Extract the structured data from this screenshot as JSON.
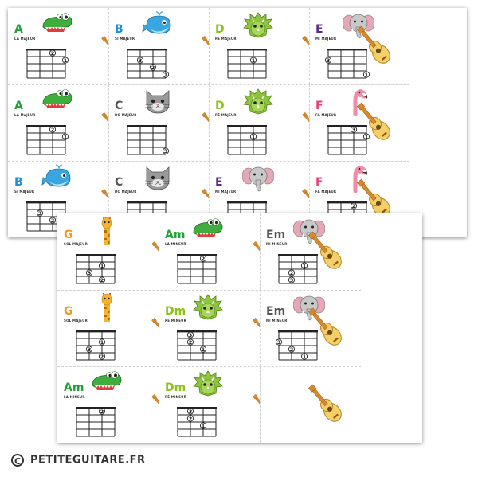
{
  "colors": {
    "green": "#22a33a",
    "blue": "#1e8fd6",
    "olive": "#8cc21b",
    "purple": "#5a2a8c",
    "pink": "#e8417a",
    "orange": "#f09a16",
    "dark": "#555555"
  },
  "sheets": [
    {
      "name": "sheet-back",
      "cards": [
        {
          "letter": "A",
          "sub": "LA MAJEUR",
          "color": "green",
          "animal": "crocodile",
          "dots": [
            {
              "s": 2,
              "f": 1,
              "n": "2"
            },
            {
              "s": 3,
              "f": 2,
              "n": "1"
            }
          ]
        },
        {
          "letter": "B",
          "sub": "SI MAJEUR",
          "color": "blue",
          "animal": "whale",
          "dots": [
            {
              "s": 1,
              "f": 2,
              "n": "3"
            },
            {
              "s": 2,
              "f": 3,
              "n": "2"
            },
            {
              "s": 3,
              "f": 4,
              "n": "1"
            }
          ]
        },
        {
          "letter": "D",
          "sub": "RÉ MAJEUR",
          "color": "olive",
          "animal": "triceratops",
          "dots": [
            {
              "s": 2,
              "f": 2,
              "n": "1"
            }
          ]
        },
        {
          "letter": "E",
          "sub": "MI MAJEUR",
          "color": "purple",
          "animal": "elephant",
          "dots": [
            {
              "s": 0,
              "f": 2,
              "n": "3"
            },
            {
              "s": 3,
              "f": 4,
              "n": "1"
            }
          ]
        },
        {
          "letter": "A",
          "sub": "LA MAJEUR",
          "color": "green",
          "animal": "crocodile",
          "dots": [
            {
              "s": 2,
              "f": 1,
              "n": "2"
            },
            {
              "s": 3,
              "f": 2,
              "n": "1"
            }
          ]
        },
        {
          "letter": "C",
          "sub": "DO MAJEUR",
          "color": "dark",
          "animal": "cat",
          "dots": [
            {
              "s": 3,
              "f": 4,
              "n": "3"
            }
          ]
        },
        {
          "letter": "D",
          "sub": "RÉ MAJEUR",
          "color": "olive",
          "animal": "triceratops",
          "dots": [
            {
              "s": 2,
              "f": 2,
              "n": "1"
            }
          ]
        },
        {
          "letter": "F",
          "sub": "FA MAJEUR",
          "color": "pink",
          "animal": "flamingo",
          "dots": [
            {
              "s": 2,
              "f": 1,
              "n": "3"
            },
            {
              "s": 3,
              "f": 2,
              "n": "1"
            }
          ]
        },
        {
          "letter": "B",
          "sub": "SI MAJEUR",
          "color": "blue",
          "animal": "whale",
          "dots": [
            {
              "s": 1,
              "f": 2,
              "n": "3"
            },
            {
              "s": 2,
              "f": 3,
              "n": "2"
            }
          ]
        },
        {
          "letter": "C",
          "sub": "DO MAJEUR",
          "color": "dark",
          "animal": "cat",
          "dots": []
        },
        {
          "letter": "E",
          "sub": "MI MAJEUR",
          "color": "purple",
          "animal": "elephant",
          "dots": []
        },
        {
          "letter": "F",
          "sub": "FA MAJEUR",
          "color": "pink",
          "animal": "flamingo",
          "dots": [
            {
              "s": 2,
              "f": 1,
              "n": "2"
            }
          ]
        }
      ]
    },
    {
      "name": "sheet-front",
      "cards": [
        {
          "letter": "G",
          "sub": "SOL MAJEUR",
          "color": "orange",
          "animal": "giraffe",
          "dots": [
            {
              "s": 2,
              "f": 2,
              "n": "1"
            },
            {
              "s": 1,
              "f": 3,
              "n": "3"
            },
            {
              "s": 2,
              "f": 4,
              "n": "2"
            }
          ]
        },
        {
          "letter": "Am",
          "sub": "LA MINEUR",
          "color": "green",
          "animal": "crocodile",
          "dots": [
            {
              "s": 2,
              "f": 1,
              "n": "2"
            }
          ]
        },
        {
          "letter": "Em",
          "sub": "MI MINEUR",
          "color": "dark",
          "animal": "elephant",
          "dots": [
            {
              "s": 2,
              "f": 2,
              "n": "1"
            },
            {
              "s": 1,
              "f": 3,
              "n": "2"
            },
            {
              "s": 1,
              "f": 4,
              "n": "3"
            }
          ]
        },
        {
          "letter": "G",
          "sub": "SOL MAJEUR",
          "color": "orange",
          "animal": "giraffe",
          "dots": [
            {
              "s": 2,
              "f": 2,
              "n": "1"
            },
            {
              "s": 1,
              "f": 3,
              "n": "3"
            },
            {
              "s": 2,
              "f": 4,
              "n": "2"
            }
          ]
        },
        {
          "letter": "Dm",
          "sub": "RÉ MINEUR",
          "color": "olive",
          "animal": "triceratops",
          "dots": [
            {
              "s": 1,
              "f": 1,
              "n": "3"
            },
            {
              "s": 1,
              "f": 2,
              "n": "2"
            },
            {
              "s": 2,
              "f": 3,
              "n": "1"
            }
          ]
        },
        {
          "letter": "Em",
          "sub": "MI MINEUR",
          "color": "dark",
          "animal": "elephant",
          "dots": [
            {
              "s": 0,
              "f": 2,
              "n": "3"
            },
            {
              "s": 1,
              "f": 3,
              "n": "2"
            },
            {
              "s": 2,
              "f": 4,
              "n": "1"
            }
          ]
        },
        {
          "letter": "Am",
          "sub": "LA MINEUR",
          "color": "green",
          "animal": "crocodile",
          "dots": [
            {
              "s": 2,
              "f": 1,
              "n": "2"
            }
          ]
        },
        {
          "letter": "Dm",
          "sub": "RÉ MINEUR",
          "color": "olive",
          "animal": "triceratops",
          "dots": [
            {
              "s": 1,
              "f": 1,
              "n": "3"
            },
            {
              "s": 1,
              "f": 2,
              "n": "2"
            },
            {
              "s": 2,
              "f": 3,
              "n": "1"
            }
          ]
        },
        {
          "letter": "",
          "sub": "",
          "color": "dark",
          "animal": "none",
          "dots": []
        }
      ]
    }
  ],
  "footer": {
    "copyright_symbol": "C",
    "brand": "PETITEGUITARE.FR"
  }
}
